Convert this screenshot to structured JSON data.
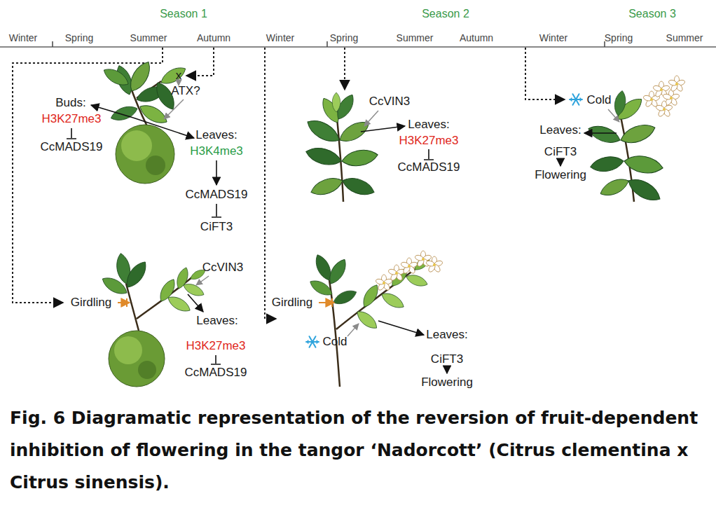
{
  "diagram": {
    "caption": "Fig. 6 Diagramatic representation of the reversion of fruit-dependent inhibition of flowering in the tangor ‘Nadorcott’ (Citrus clementina x Citrus sinensis).",
    "labels": [
      "Season 1",
      "Season 2",
      "Season 3",
      "Winter",
      "Spring",
      "Summer",
      "Autumn",
      "Winter",
      "Spring",
      "Summer",
      "Autumn",
      "Winter",
      "Spring",
      "Summer",
      "x",
      "ATX?",
      "Buds:",
      "H3K27me3",
      "CcMADS19",
      "Leaves:",
      "H3K4me3",
      "CcMADS19",
      "CiFT3",
      "CcVIN3",
      "Leaves:",
      "H3K27me3",
      "CcMADS19",
      "Cold",
      "Leaves:",
      "CiFT3",
      "Flowering",
      "Girdling",
      "CcVIN3",
      "Leaves:",
      "H3K27me3",
      "CcMADS19",
      "Girdling",
      "Cold",
      "Leaves:",
      "CiFT3",
      "Flowering"
    ]
  }
}
